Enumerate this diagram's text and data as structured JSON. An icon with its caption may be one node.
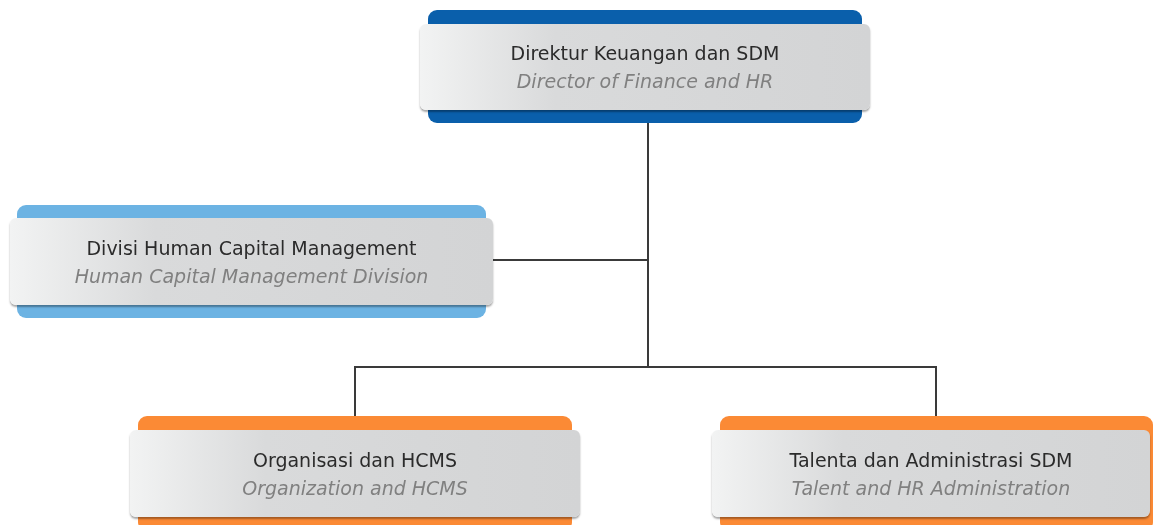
{
  "diagram": {
    "nodes": [
      {
        "text": [
          "Direktur Keuangan dan SDM",
          "Director of Finance and HR"
        ]
      },
      {
        "text": [
          "Divisi Human Capital Management",
          "Human Capital Management Division"
        ]
      },
      {
        "text": [
          "Organisasi dan HCMS",
          "Organization and HCMS"
        ]
      },
      {
        "text": [
          "Talenta dan Administrasi SDM",
          "Talent and HR Administration"
        ]
      }
    ],
    "edges": [
      {
        "from": 0,
        "to": 1,
        "arrow": "none"
      },
      {
        "from": 0,
        "to": 2,
        "arrow": "none"
      },
      {
        "from": 0,
        "to": 3,
        "arrow": "none"
      }
    ]
  }
}
